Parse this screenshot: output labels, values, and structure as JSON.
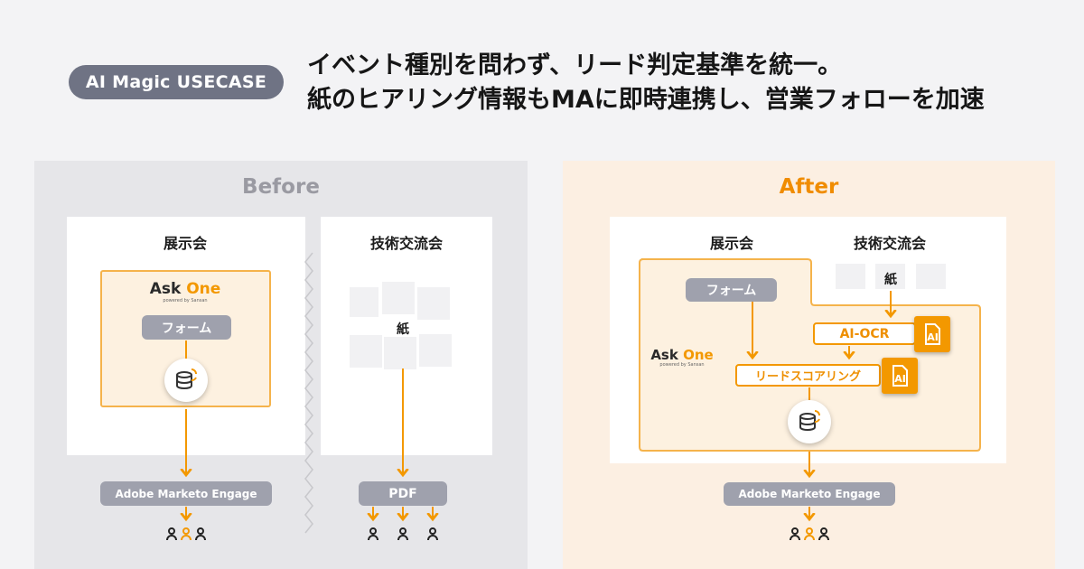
{
  "badge": "AI Magic USECASE",
  "headline": {
    "line1": "イベント種別を問わず、リード判定基準を統一。",
    "line2": "紙のヒアリング情報もMAに即時連携し、営業フォローを加速"
  },
  "before": {
    "title": "Before",
    "col_exhibition": "展示会",
    "col_tech": "技術交流会",
    "logo_main_a": "Ask ",
    "logo_main_b": "One",
    "logo_sub": "powered by Sansan",
    "form": "フォーム",
    "paper": "紙",
    "marketo": "Adobe Marketo Engage",
    "pdf": "PDF"
  },
  "after": {
    "title": "After",
    "col_exhibition": "展示会",
    "col_tech": "技術交流会",
    "paper": "紙",
    "form": "フォーム",
    "ocr": "AI-OCR",
    "scoring": "リードスコアリング",
    "logo_main_a": "Ask ",
    "logo_main_b": "One",
    "logo_sub": "powered by Sansan",
    "marketo": "Adobe Marketo Engage"
  },
  "colors": {
    "accent": "#f39800",
    "before_title": "#9a9aa2",
    "after_title": "#f08c00",
    "pill_gray": "#9fa1ad",
    "badge_bg": "#6f7384"
  },
  "icons": [
    "database-sync-icon",
    "ai-doc-icon",
    "person-icon",
    "people-group-icon"
  ]
}
